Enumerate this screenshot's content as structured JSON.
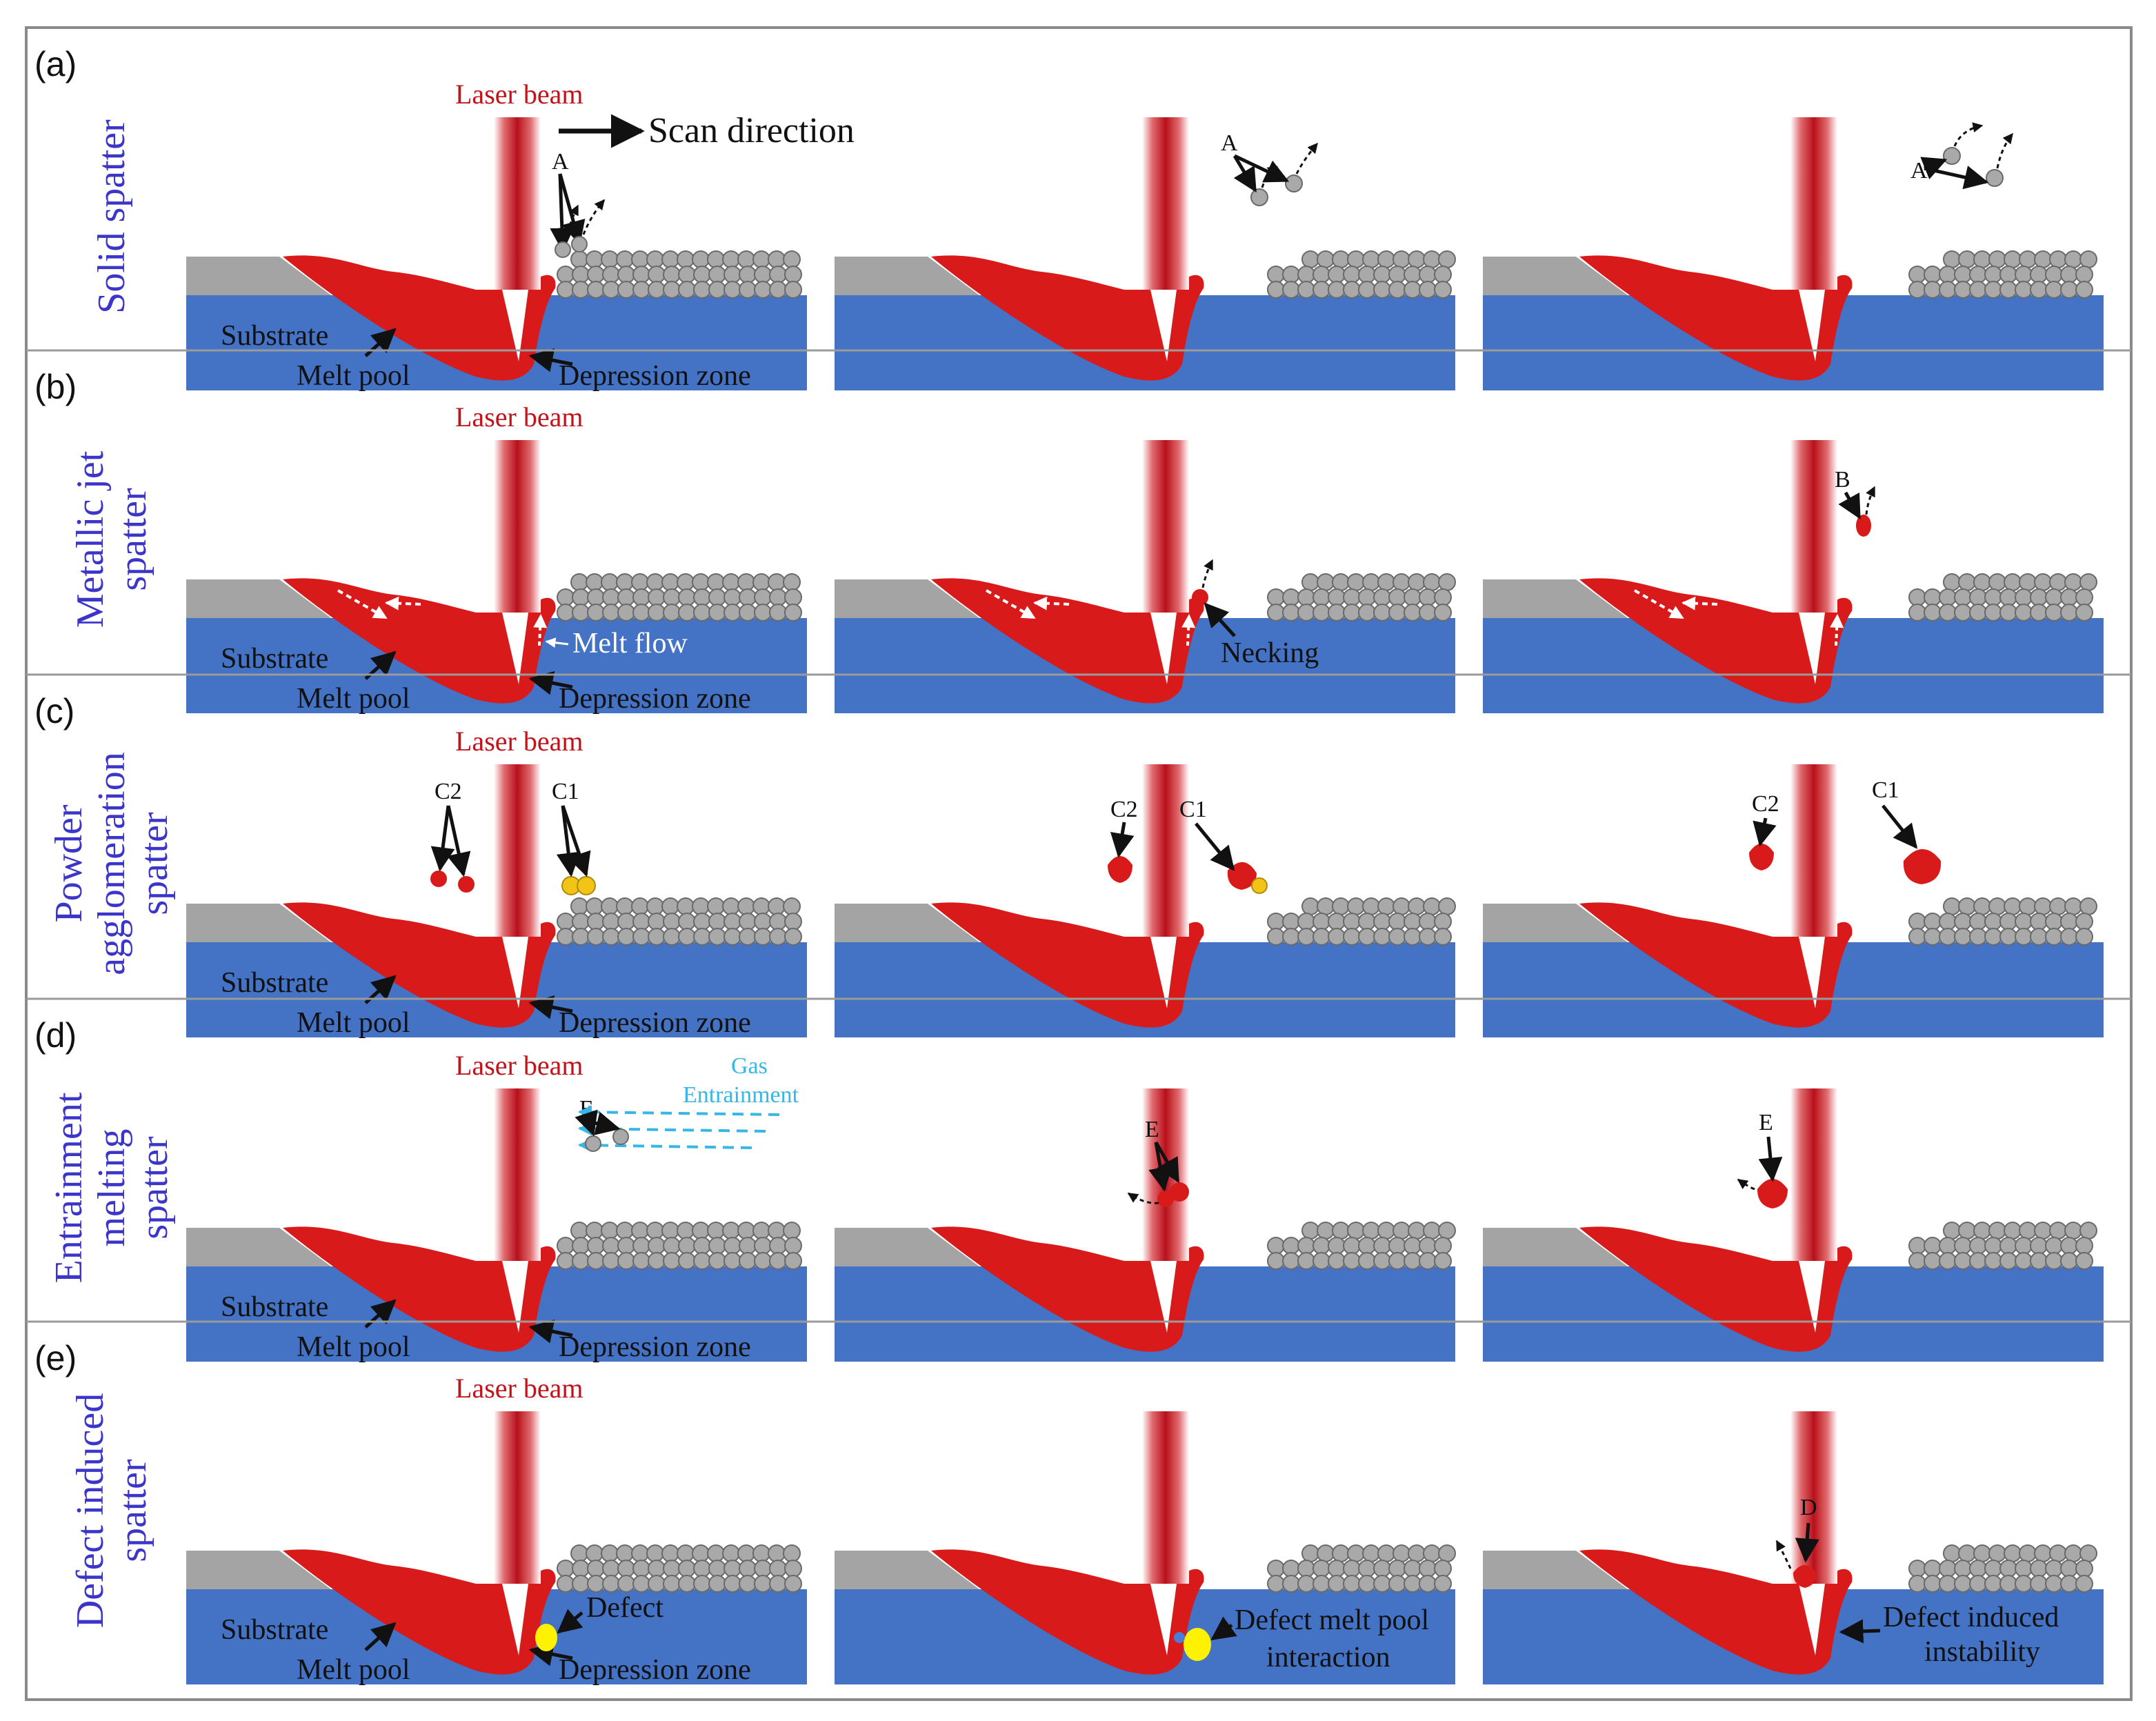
{
  "colors": {
    "substrate": "#4472c4",
    "melt_pool": "#d91a1a",
    "laser": "#c8141a",
    "powder": "#a9a9a9",
    "powder_edge": "#7a7a7a",
    "spatter_yellow": "#f2c418",
    "defect": "#fff200",
    "gas": "#38b6e6",
    "title": "#3b35c9"
  },
  "panels": [
    {
      "id": "a",
      "letter": "(a)",
      "title_lines": [
        "Solid spatter"
      ],
      "labels": {
        "laser": "Laser beam",
        "scan": "Scan direction",
        "substrate": "Substrate",
        "melt_pool": "Melt pool",
        "depression": "Depression zone",
        "s1_mark": "A",
        "s2_mark": "A",
        "s3_mark": "A"
      }
    },
    {
      "id": "b",
      "letter": "(b)",
      "title_lines": [
        "Metallic jet",
        "spatter"
      ],
      "labels": {
        "laser": "Laser beam",
        "substrate": "Substrate",
        "melt_pool": "Melt pool",
        "depression": "Depression zone",
        "melt_flow": "Melt flow",
        "necking": "Necking",
        "s3_mark": "B"
      }
    },
    {
      "id": "c",
      "letter": "(c)",
      "title_lines": [
        "Powder",
        "agglomeration",
        "spatter"
      ],
      "labels": {
        "laser": "Laser beam",
        "substrate": "Substrate",
        "melt_pool": "Melt pool",
        "depression": "Depression zone",
        "c2": "C2",
        "c1": "C1"
      }
    },
    {
      "id": "d",
      "letter": "(d)",
      "title_lines": [
        "Entrainment",
        "melting",
        "spatter"
      ],
      "labels": {
        "laser": "Laser beam",
        "substrate": "Substrate",
        "melt_pool": "Melt pool",
        "depression": "Depression zone",
        "gas": "Gas",
        "entrainment": "Entrainment",
        "mark": "E"
      }
    },
    {
      "id": "e",
      "letter": "(e)",
      "title_lines": [
        "Defect induced",
        "spatter"
      ],
      "labels": {
        "laser": "Laser beam",
        "substrate": "Substrate",
        "melt_pool": "Melt pool",
        "depression": "Depression zone",
        "defect": "Defect",
        "interaction_1": "Defect melt pool",
        "interaction_2": "interaction",
        "instability_1": "Defect induced",
        "instability_2": "instability",
        "mark": "D"
      }
    }
  ]
}
